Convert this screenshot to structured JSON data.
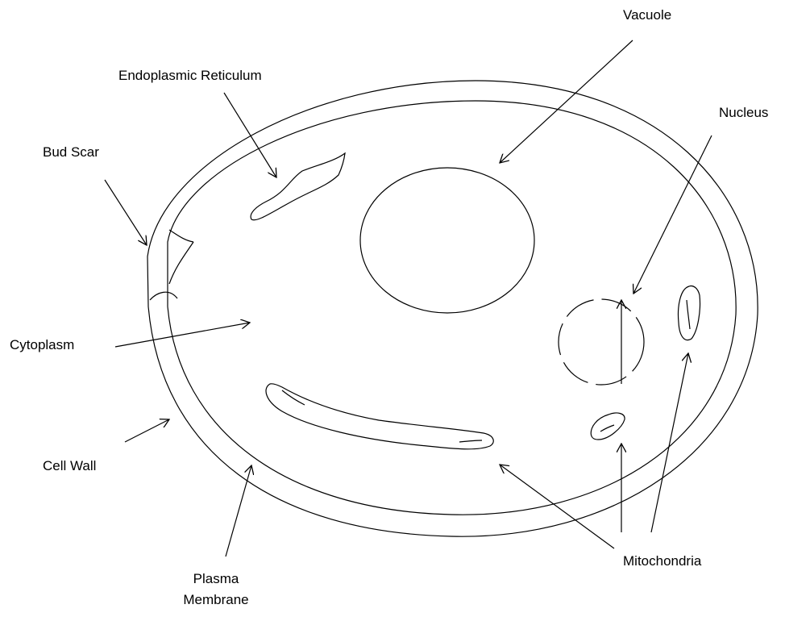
{
  "labels": {
    "vacuole": "Vacuole",
    "endoplasmic_reticulum": "Endoplasmic Reticulum",
    "nucleus": "Nucleus",
    "bud_scar": "Bud Scar",
    "cytoplasm": "Cytoplasm",
    "cell_wall": "Cell Wall",
    "plasma_membrane_line1": "Plasma",
    "plasma_membrane_line2": "Membrane",
    "mitochondria": "Mitochondria"
  },
  "colors": {
    "line": "#000000",
    "background": "#ffffff"
  }
}
